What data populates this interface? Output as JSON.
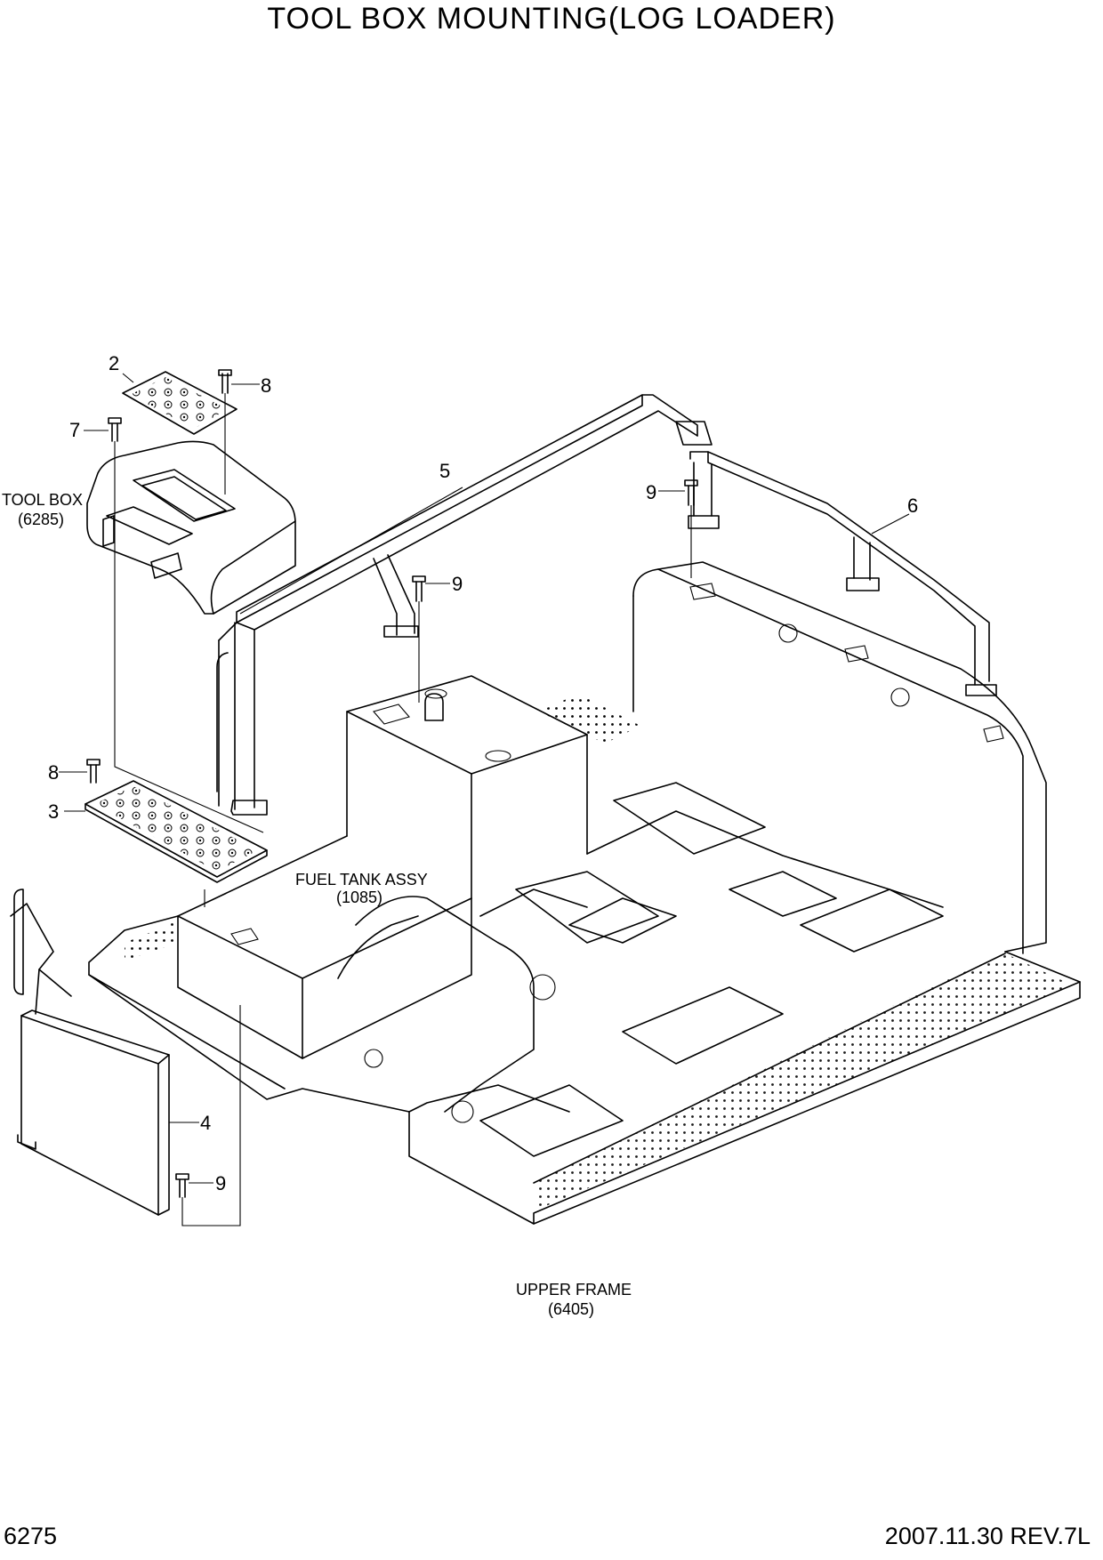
{
  "title": "TOOL BOX MOUNTING(LOG LOADER)",
  "page_number": "6275",
  "revision": "2007.11.30  REV.7L",
  "labels": {
    "tool_box": "TOOL BOX",
    "tool_box_ref": "(6285)",
    "fuel_tank": "FUEL TANK ASSY",
    "fuel_tank_ref": "(1085)",
    "upper_frame": "UPPER FRAME",
    "upper_frame_ref": "(6405)"
  },
  "callouts": {
    "c2": "2",
    "c8a": "8",
    "c7": "7",
    "c5": "5",
    "c9a": "9",
    "c6": "6",
    "c9b": "9",
    "c8b": "8",
    "c3": "3",
    "c4": "4",
    "c9c": "9"
  }
}
